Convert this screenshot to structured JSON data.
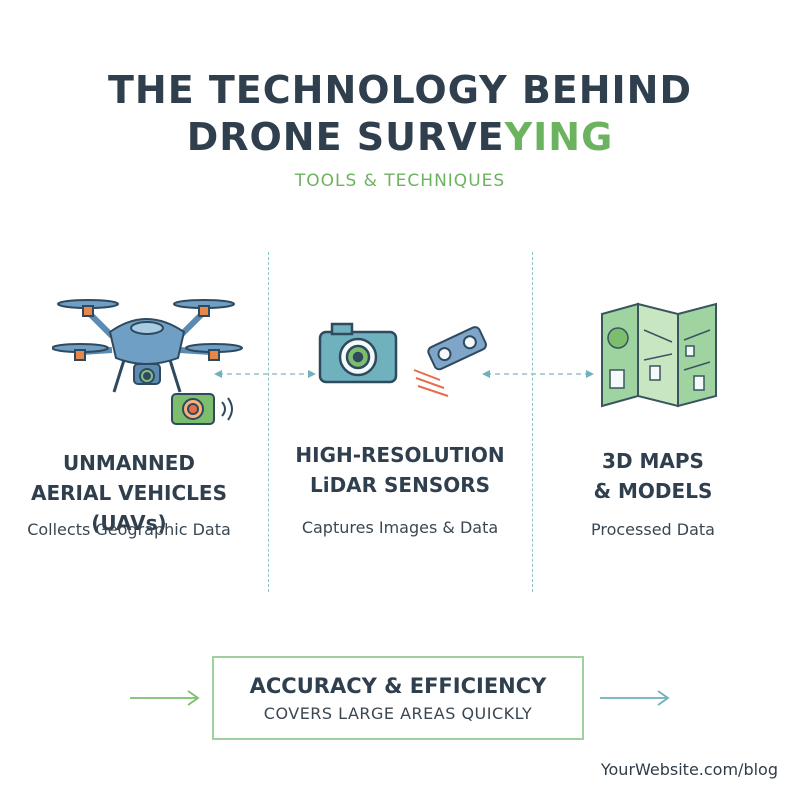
{
  "header": {
    "title_line1": "THE TECHNOLOGY BEHIND",
    "title_line2_main": "DRONE SURVE",
    "title_line2_accent": "YING",
    "subtitle": "TOOLS & TECHNIQUES"
  },
  "columns": [
    {
      "heading_line1": "UNMANNED",
      "heading_line2": "AERIAL VEHICLES (UAVs)",
      "description": "Collects Geographic Data",
      "icon": "drone-icon"
    },
    {
      "heading_line1": "HIGH-RESOLUTION",
      "heading_line2": "LiDAR SENSORS",
      "description": "Captures Images & Data",
      "icon": "camera-lidar-icon"
    },
    {
      "heading_line1": "3D MAPS",
      "heading_line2": "& MODELS",
      "description": "Processed Data",
      "icon": "map-icon"
    }
  ],
  "summary": {
    "title": "ACCURACY & EFFICIENCY",
    "subtitle": "COVERS LARGE AREAS QUICKLY"
  },
  "footer": {
    "site": "YourWebsite.com/blog"
  },
  "colors": {
    "navy": "#2f3f4e",
    "green": "#6cb35f",
    "blue": "#6f9fc4",
    "teal": "#5fb3b9"
  }
}
